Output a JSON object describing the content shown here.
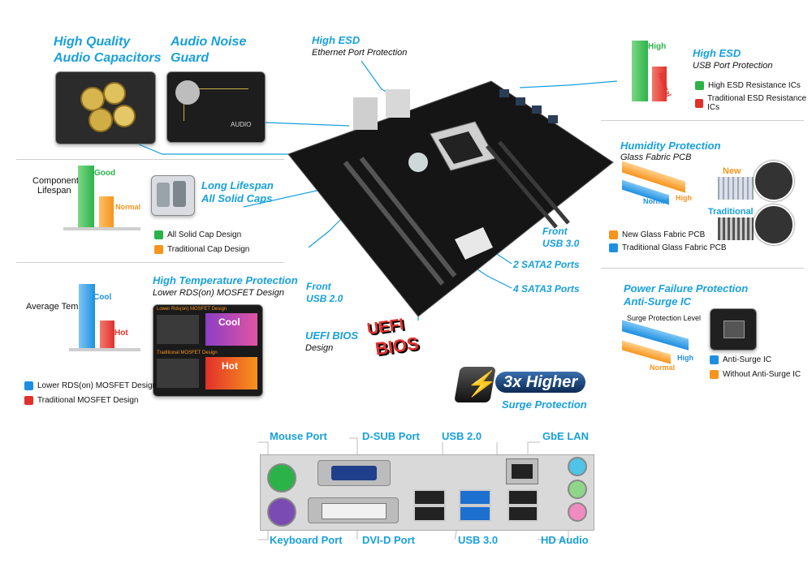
{
  "audio_caps": {
    "line1": "High Quality",
    "line2": "Audio Capacitors"
  },
  "noise_guard": {
    "line1": "Audio Noise",
    "line2": "Guard",
    "pcb_text": "AUDIO"
  },
  "esd_lan": {
    "title": "High ESD",
    "subtitle": "Ethernet Port Protection"
  },
  "esd_usb": {
    "title": "High ESD",
    "subtitle": "USB Port Protection",
    "bar_high": "High",
    "bar_normal": "Normal",
    "legend_green": "High ESD Resistance ICs",
    "legend_red": "Traditional ESD Resistance ICs"
  },
  "lifespan": {
    "axis_line1": "Component",
    "axis_line2": "Lifespan",
    "bar_good": "Good",
    "bar_normal": "Normal",
    "title1": "Long Lifespan",
    "title2": "All Solid Caps",
    "legend_green": "All Solid Cap Design",
    "legend_orange": "Traditional Cap Design"
  },
  "humidity": {
    "title": "Humidity Protection",
    "subtitle": "Glass Fabric PCB",
    "bar_high": "High",
    "bar_normal": "Normal",
    "label_new": "New",
    "label_traditional": "Traditional",
    "legend_orange": "New Glass Fabric PCB",
    "legend_blue": "Traditional Glass Fabric PCB"
  },
  "temp": {
    "title": "High Temperature Protection",
    "subtitle": "Lower RDS(on) MOSFET Design",
    "axis": "Average Temp.",
    "bar_cool": "Cool",
    "bar_hot": "Hot",
    "photo_top": "Lower Rds(on) MOSFET Design",
    "photo_bottom": "Traditional MOSFET Design",
    "photo_cool": "Cool",
    "photo_hot": "Hot",
    "legend_blue": "Lower RDS(on) MOSFET Design",
    "legend_red": "Traditional MOSFET Design"
  },
  "power": {
    "title1": "Power Failure Protection",
    "title2": "Anti-Surge IC",
    "axis": "Surge Protection Level",
    "bar_high": "High",
    "bar_normal": "Normal",
    "legend_blue": "Anti-Surge IC",
    "legend_orange": "Without Anti-Surge IC"
  },
  "callouts": {
    "front_usb3_1": "Front",
    "front_usb3_2": "USB 3.0",
    "sata2": "2 SATA2 Ports",
    "sata3": "4 SATA3 Ports",
    "front_usb2_1": "Front",
    "front_usb2_2": "USB 2.0",
    "uefi_title": "UEFI BIOS",
    "uefi_sub": "Design",
    "uefi_logo1": "UEFI",
    "uefi_logo2": "BIOS"
  },
  "surge_banner": {
    "badge": "3x Higher",
    "sub": "Surge Protection"
  },
  "ports": {
    "mouse": "Mouse Port",
    "dsub": "D-SUB Port",
    "usb2": "USB 2.0",
    "gbe": "GbE LAN",
    "keyboard": "Keyboard Port",
    "dvid": "DVI-D Port",
    "usb3": "USB 3.0",
    "audio": "HD Audio"
  },
  "colors": {
    "accent": "#18a0dc",
    "green": "#2bb34a",
    "red": "#e2302b",
    "orange": "#f7941d",
    "blue": "#1d8fe0"
  }
}
